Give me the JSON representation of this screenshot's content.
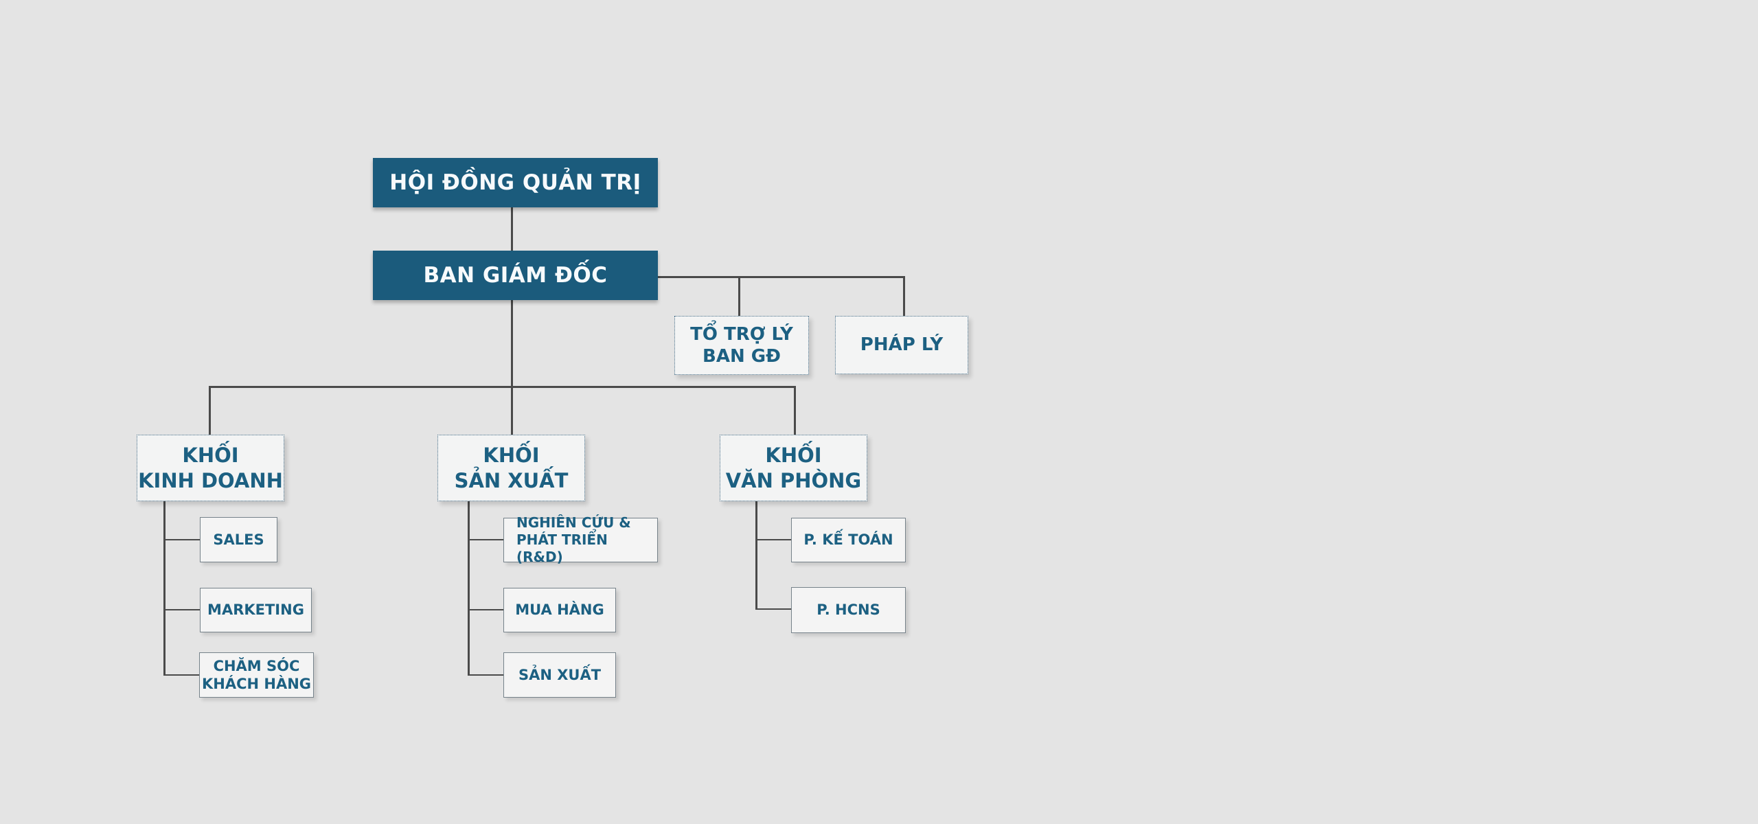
{
  "colors": {
    "background": "#e4e4e4",
    "primary_box": "#1b5b7c",
    "primary_text": "#f7fafc",
    "light_box": "#f4f4f4",
    "label_text": "#1c6082",
    "connector": "#4a4a4a"
  },
  "org_chart": {
    "levels": {
      "board": {
        "label": "HỘI ĐỒNG QUẢN TRỊ"
      },
      "management": {
        "label": "BAN GIÁM ĐỐC"
      }
    },
    "staff_units": [
      {
        "label": "TỔ TRỢ LÝ\nBAN GĐ"
      },
      {
        "label": "PHÁP LÝ"
      }
    ],
    "divisions": [
      {
        "label": "KHỐI\nKINH DOANH",
        "departments": [
          {
            "label": "SALES"
          },
          {
            "label": "MARKETING"
          },
          {
            "label": "CHĂM SÓC\nKHÁCH HÀNG"
          }
        ]
      },
      {
        "label": "KHỐI\nSẢN XUẤT",
        "departments": [
          {
            "label": "NGHIÊN CỨU &\nPHÁT TRIỂN (R&D)"
          },
          {
            "label": "MUA HÀNG"
          },
          {
            "label": "SẢN XUẤT"
          }
        ]
      },
      {
        "label": "KHỐI\nVĂN PHÒNG",
        "departments": [
          {
            "label": "P. KẾ TOÁN"
          },
          {
            "label": "P. HCNS"
          }
        ]
      }
    ]
  }
}
